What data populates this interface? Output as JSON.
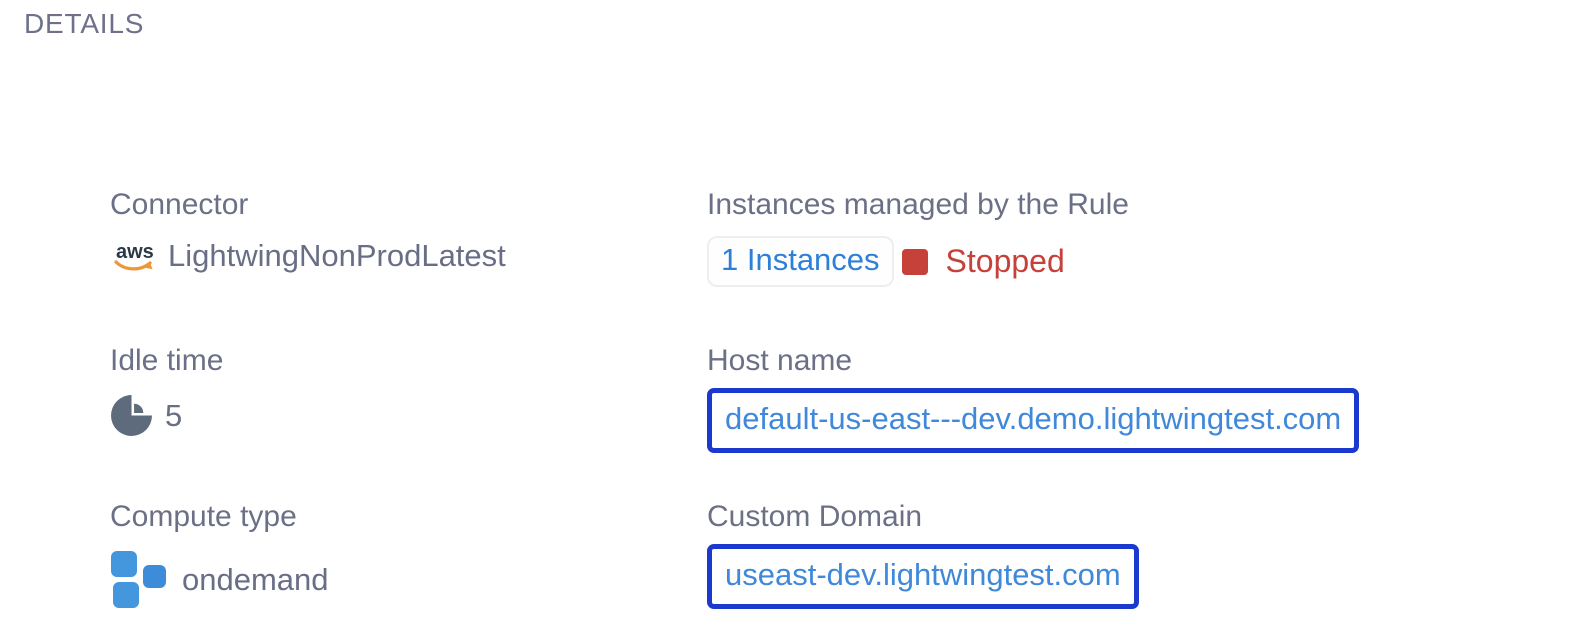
{
  "header": {
    "title": "DETAILS"
  },
  "fields": {
    "connector": {
      "label": "Connector",
      "value": "LightwingNonProdLatest",
      "icon": "aws-logo"
    },
    "idle_time": {
      "label": "Idle time",
      "value": "5",
      "icon": "pie-chart"
    },
    "compute_type": {
      "label": "Compute type",
      "value": "ondemand",
      "icon": "compute-squares"
    },
    "instances": {
      "label": "Instances managed by the Rule",
      "count_link": "1 Instances",
      "status": "Stopped"
    },
    "host_name": {
      "label": "Host name",
      "value": "default-us-east---dev.demo.lightwingtest.com"
    },
    "custom_domain": {
      "label": "Custom Domain",
      "value": "useast-dev.lightwingtest.com"
    }
  },
  "colors": {
    "label_gray": "#6b7086",
    "title_gray": "#6e7189",
    "link_blue": "#2e7fd7",
    "host_link_blue": "#3f88da",
    "box_border_blue": "#1c39cf",
    "status_red": "#c6413a",
    "icon_slate": "#5d6b7c",
    "aws_dark": "#2b3848",
    "aws_orange": "#ef9636",
    "square_blue": "#4496dd",
    "square_blue_dark": "#3c8cd9"
  }
}
